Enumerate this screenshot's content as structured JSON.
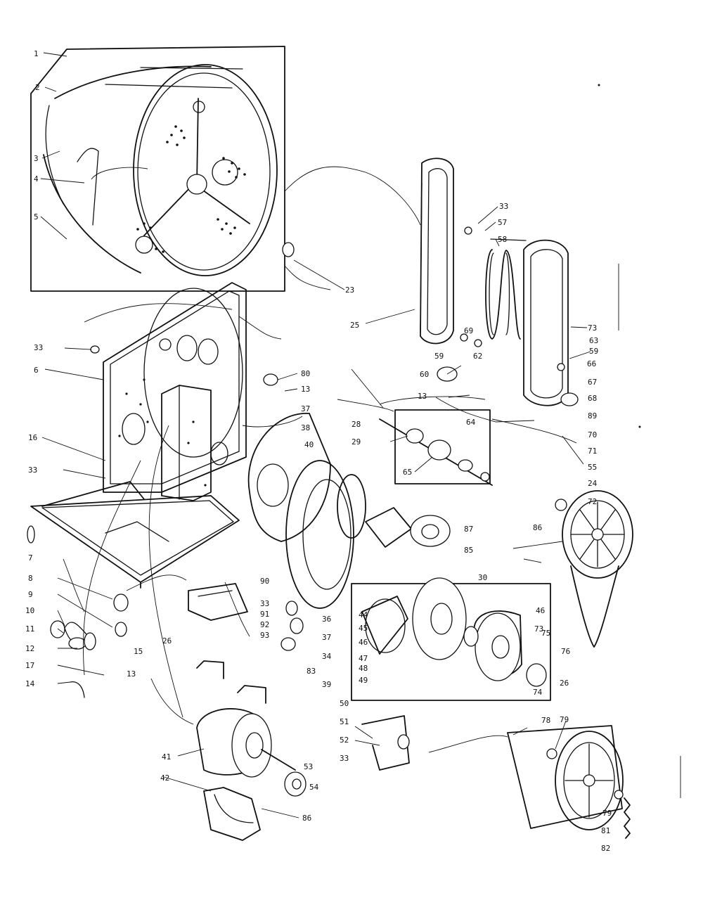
{
  "labels": {
    "l1": "1",
    "l2": "2",
    "l3": "3",
    "l4": "4",
    "l5": "5",
    "l23": "23",
    "l25": "25",
    "l33a": "33",
    "l57": "57",
    "l58": "58",
    "l73a": "73",
    "l69": "69",
    "l62": "62",
    "l59b": "59",
    "l63": "63",
    "l59c": "59",
    "l66": "66",
    "l60": "60",
    "l13a": "13",
    "l67a": "67",
    "l68": "68",
    "l6": "6",
    "l33b": "33",
    "l80": "80",
    "l13b": "13",
    "l37a": "37",
    "l28": "28",
    "l64": "64",
    "l29": "29",
    "l65": "65",
    "l89": "89",
    "l16": "16",
    "l38": "38",
    "l40": "40",
    "l70": "70",
    "l71": "71",
    "l55": "55",
    "l24": "24",
    "l33c": "33",
    "l72": "72",
    "l86a": "86",
    "l7": "7",
    "l87": "87",
    "l85": "85",
    "l30": "30",
    "l8": "8",
    "l90": "90",
    "l9": "9",
    "l33d": "33",
    "l91": "91",
    "l36": "36",
    "l10": "10",
    "l92": "92",
    "l44": "44",
    "l45": "45",
    "l11": "11",
    "l93": "93",
    "l37b": "37",
    "l46": "46",
    "l46b": "46",
    "l73b": "73",
    "l26a": "26",
    "l34": "34",
    "l47": "47",
    "l15": "15",
    "l12": "12",
    "l83": "83",
    "l48": "48",
    "l75": "75",
    "l76": "76",
    "l17": "17",
    "l13c": "13",
    "l49": "49",
    "l26b": "26",
    "l74": "74",
    "l14": "14",
    "l39": "39",
    "l50": "50",
    "l78": "78",
    "l51": "51",
    "l79a": "79",
    "l52": "52",
    "l41": "41",
    "l33e": "33",
    "l53": "53",
    "l42": "42",
    "l54": "54",
    "l86b": "86",
    "l79b": "79",
    "l81": "81",
    "l82": "82"
  }
}
